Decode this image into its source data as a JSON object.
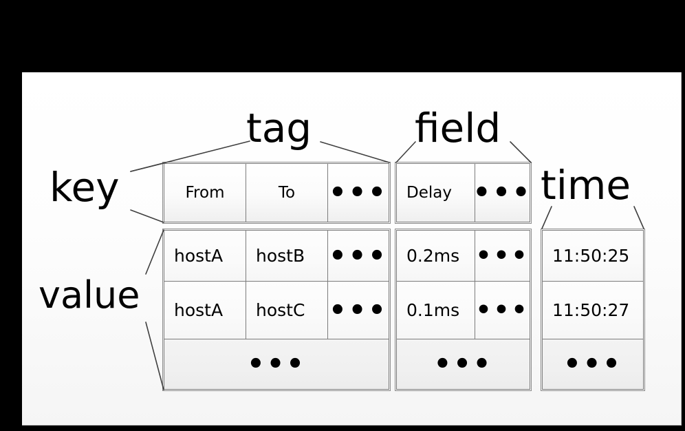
{
  "diagram": {
    "title_labels": {
      "tag": "tag",
      "field": "field",
      "time": "time",
      "key": "key",
      "value": "value"
    },
    "ellipsis": "•••",
    "tag_table": {
      "header": [
        "From",
        "To",
        "•••"
      ],
      "rows": [
        [
          "hostA",
          "hostB",
          "•••"
        ],
        [
          "hostA",
          "hostC",
          "•••"
        ]
      ],
      "footer": "•••"
    },
    "field_table": {
      "header": [
        "Delay",
        "•••"
      ],
      "rows": [
        [
          "0.2ms",
          "•••"
        ],
        [
          "0.1ms",
          "•••"
        ]
      ],
      "footer": "•••"
    },
    "time_table": {
      "rows": [
        "11:50:25",
        "11:50:27"
      ],
      "footer": "•••"
    },
    "colors": {
      "background": "#000000",
      "panel": "#ffffff",
      "cell_border": "#7b7b7b",
      "brace_line": "#3f3f3f",
      "text": "#000000",
      "gray_row": "#f0f0f0"
    }
  }
}
